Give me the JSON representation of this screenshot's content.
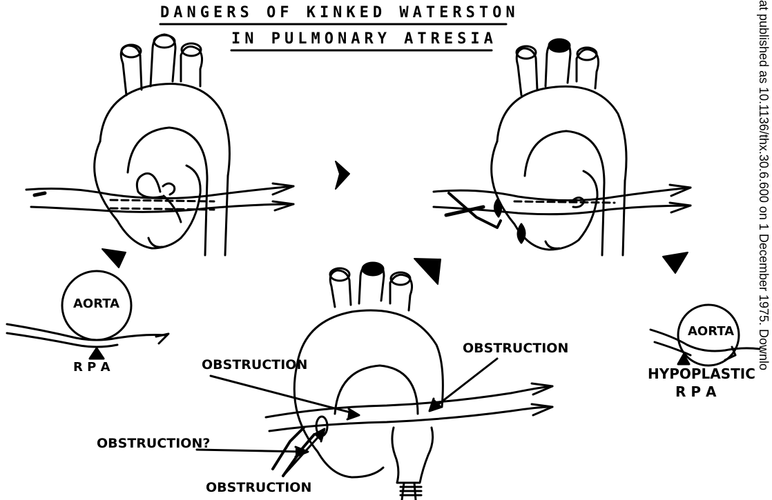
{
  "title": {
    "line1": "DANGERS OF KINKED WATERSTON",
    "line2": "IN PULMONARY ATRESIA"
  },
  "labels": {
    "aorta_left": "AORTA",
    "rpa_left": "R P A",
    "aorta_right": "AORTA",
    "hypoplastic": "HYPOPLASTIC",
    "rpa_right": "R P A",
    "obstruction_top_left": "OBSTRUCTION",
    "obstruction_top_right": "OBSTRUCTION",
    "obstruction_question": "OBSTRUCTION?",
    "obstruction_bottom": "OBSTRUCTION"
  },
  "side_note": "at published as 10.1136/thx.30.6.600 on 1 December 1975. Downlo",
  "colors": {
    "ink": "#000000",
    "paper": "#ffffff"
  }
}
